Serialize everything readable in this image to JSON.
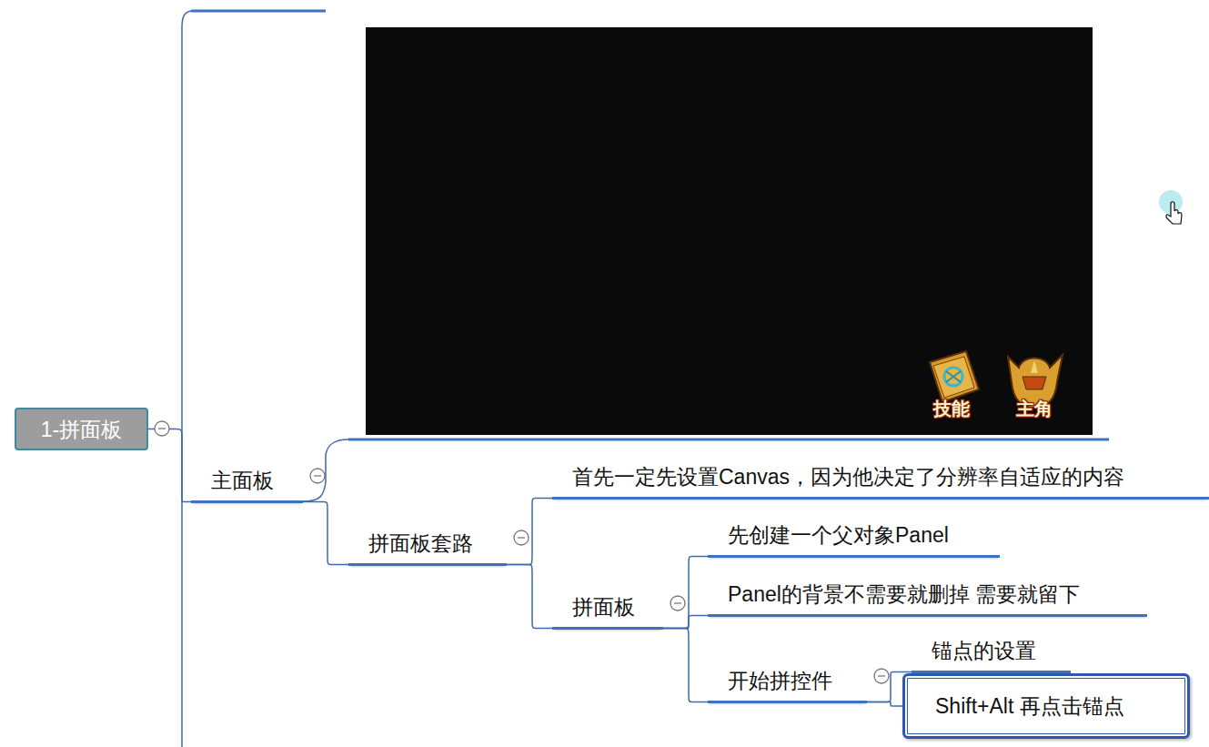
{
  "diagram": {
    "nodes": [
      {
        "text": [
          "1-拼面板"
        ]
      },
      {
        "text": [
          "主面板"
        ]
      },
      {
        "text": [
          "拼面板套路"
        ]
      },
      {
        "text": [
          "首先一定先设置Canvas，因为他决定了分辨率自适应的内容"
        ]
      },
      {
        "text": [
          "拼面板"
        ]
      },
      {
        "text": [
          "先创建一个父对象Panel"
        ]
      },
      {
        "text": [
          "Panel的背景不需要就删掉 需要就留下"
        ]
      },
      {
        "text": [
          "开始拼控件"
        ]
      },
      {
        "text": [
          "锚点的设置"
        ]
      },
      {
        "text": [
          "Shift+Alt 再点击锚点"
        ]
      }
    ],
    "edges": [
      {
        "from": 0,
        "to": 1,
        "arrow": "none"
      },
      {
        "from": 1,
        "to": 2,
        "arrow": "none"
      },
      {
        "from": 2,
        "to": 3,
        "arrow": "none"
      },
      {
        "from": 2,
        "to": 4,
        "arrow": "none"
      },
      {
        "from": 4,
        "to": 5,
        "arrow": "none"
      },
      {
        "from": 4,
        "to": 6,
        "arrow": "none"
      },
      {
        "from": 4,
        "to": 7,
        "arrow": "none"
      },
      {
        "from": 7,
        "to": 8,
        "arrow": "none"
      },
      {
        "from": 7,
        "to": 9,
        "arrow": "none"
      }
    ],
    "labels": [
      "技能",
      "主角"
    ]
  }
}
